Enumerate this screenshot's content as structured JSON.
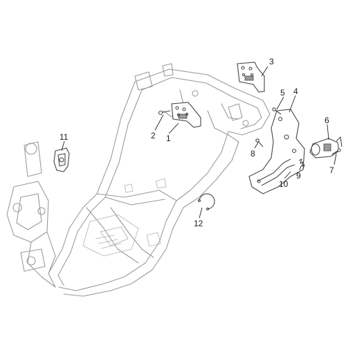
{
  "callouts": [
    {
      "id": "1",
      "label": "1"
    },
    {
      "id": "2",
      "label": "2"
    },
    {
      "id": "3",
      "label": "3"
    },
    {
      "id": "4",
      "label": "4"
    },
    {
      "id": "5",
      "label": "5"
    },
    {
      "id": "6",
      "label": "6"
    },
    {
      "id": "7",
      "label": "7"
    },
    {
      "id": "8",
      "label": "8"
    },
    {
      "id": "9",
      "label": "9"
    },
    {
      "id": "10",
      "label": "10"
    },
    {
      "id": "11",
      "label": "11"
    },
    {
      "id": "12",
      "label": "12"
    }
  ],
  "colors": {
    "frame": "#9a9a9a",
    "parts": "#444444",
    "text": "#1a1a1a",
    "background": "#ffffff"
  }
}
